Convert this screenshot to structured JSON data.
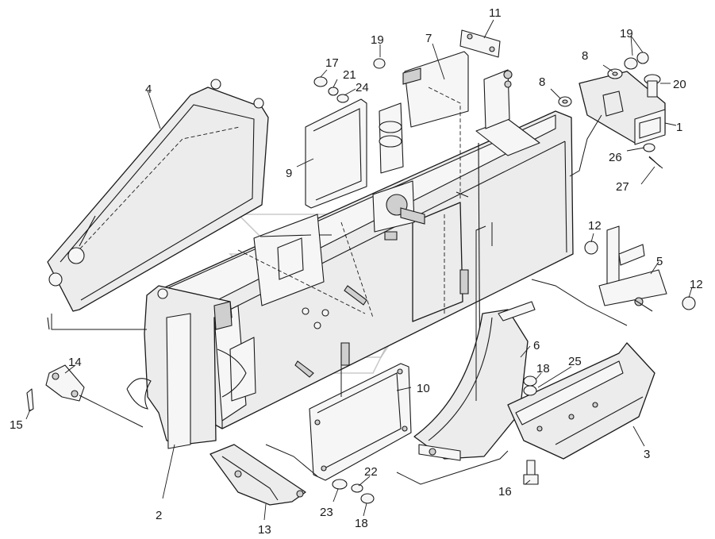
{
  "callouts": [
    {
      "id": "c1",
      "text": "1"
    },
    {
      "id": "c2",
      "text": "2"
    },
    {
      "id": "c3",
      "text": "3"
    },
    {
      "id": "c4",
      "text": "4"
    },
    {
      "id": "c5",
      "text": "5"
    },
    {
      "id": "c6",
      "text": "6"
    },
    {
      "id": "c7",
      "text": "7"
    },
    {
      "id": "c8a",
      "text": "8"
    },
    {
      "id": "c8b",
      "text": "8"
    },
    {
      "id": "c9",
      "text": "9"
    },
    {
      "id": "c10",
      "text": "10"
    },
    {
      "id": "c11",
      "text": "11"
    },
    {
      "id": "c12a",
      "text": "12"
    },
    {
      "id": "c12b",
      "text": "12"
    },
    {
      "id": "c13",
      "text": "13"
    },
    {
      "id": "c14",
      "text": "14"
    },
    {
      "id": "c15",
      "text": "15"
    },
    {
      "id": "c16",
      "text": "16"
    },
    {
      "id": "c17",
      "text": "17"
    },
    {
      "id": "c18a",
      "text": "18"
    },
    {
      "id": "c18b",
      "text": "18"
    },
    {
      "id": "c19a",
      "text": "19"
    },
    {
      "id": "c19b",
      "text": "19"
    },
    {
      "id": "c20",
      "text": "20"
    },
    {
      "id": "c21",
      "text": "21"
    },
    {
      "id": "c22",
      "text": "22"
    },
    {
      "id": "c23",
      "text": "23"
    },
    {
      "id": "c24",
      "text": "24"
    },
    {
      "id": "c25",
      "text": "25"
    },
    {
      "id": "c26",
      "text": "26"
    },
    {
      "id": "c27",
      "text": "27"
    }
  ]
}
